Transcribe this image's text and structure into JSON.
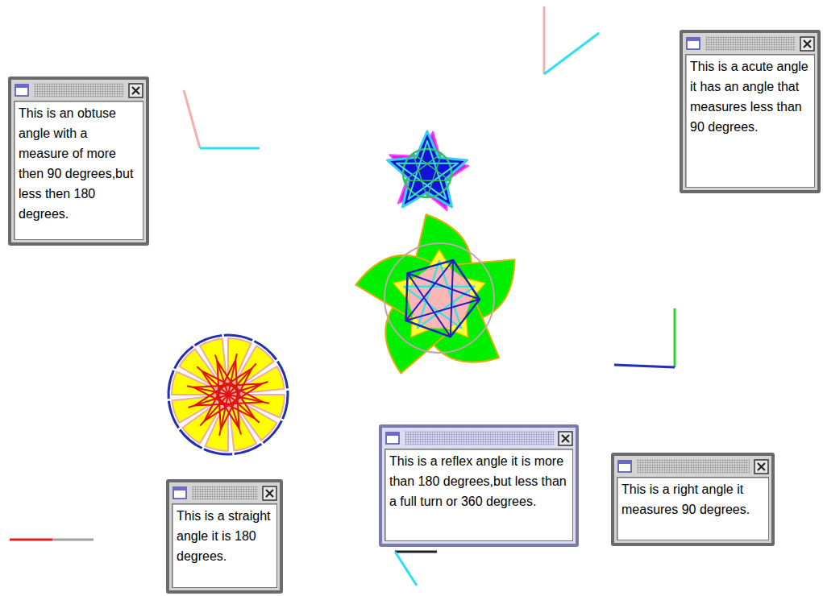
{
  "diagram": {
    "nodes": [
      {
        "text": [
          "This is a acute angle it has an angle that measures less than 90 degrees."
        ]
      },
      {
        "text": [
          "This is an obtuse angle with a measure of more then 90 degrees,but less then 180 degrees."
        ]
      },
      {
        "text": [
          "This is a reflex angle it is more than 180 degrees,but less than a full turn or 360 degrees."
        ]
      },
      {
        "text": [
          "This is a right angle it measures 90 degrees."
        ]
      },
      {
        "text": [
          "This is a straight angle it is 180 degrees."
        ]
      }
    ]
  }
}
